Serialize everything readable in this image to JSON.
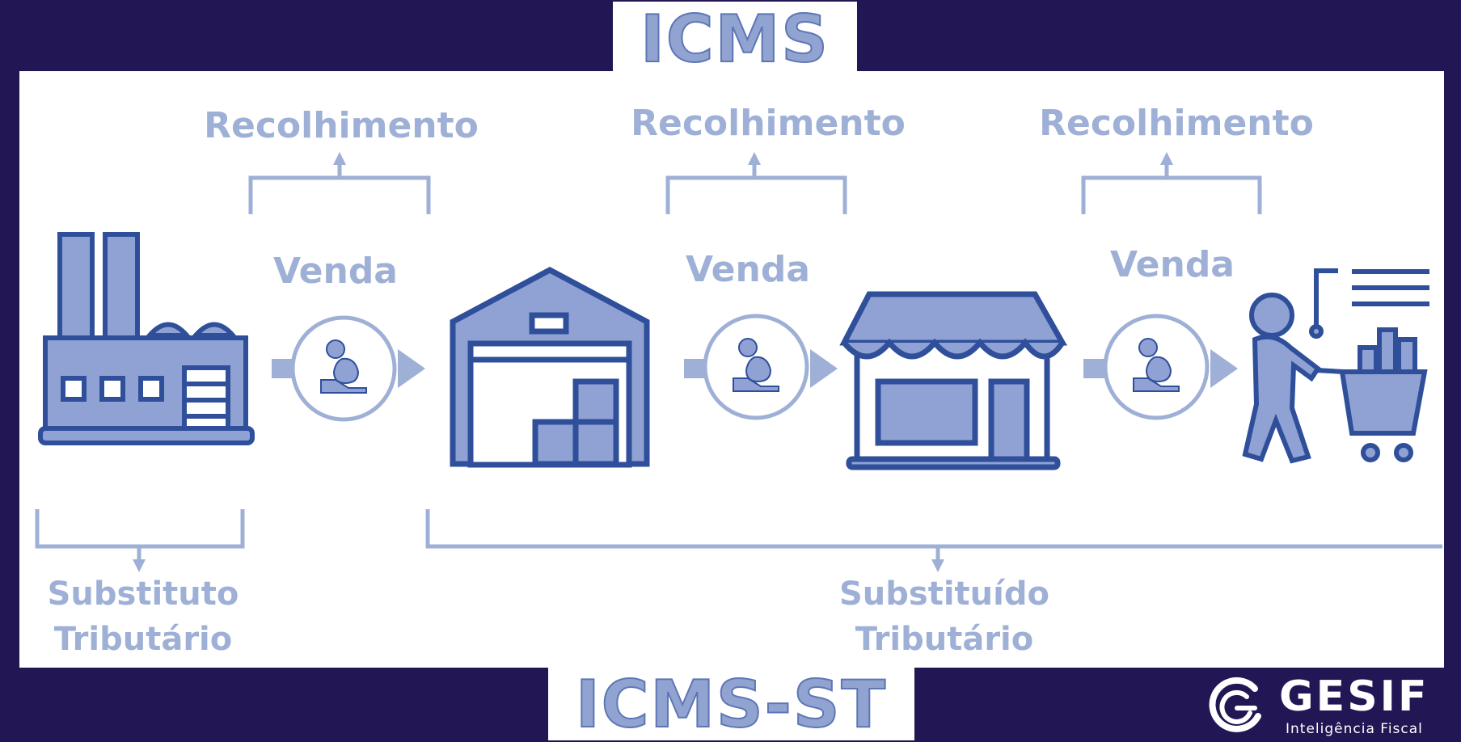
{
  "titles": {
    "top": "ICMS",
    "bottom": "ICMS-ST"
  },
  "flow": {
    "collection_label": "Recolhimento",
    "sale_label": "Venda",
    "stages": [
      {
        "name": "factory-icon"
      },
      {
        "name": "warehouse-icon"
      },
      {
        "name": "store-icon"
      },
      {
        "name": "shopper-icon"
      }
    ],
    "roles": {
      "substitute_line1": "Substituto",
      "substitute_line2": "Tributário",
      "substituted_line1": "Substituído",
      "substituted_line2": "Tributário"
    }
  },
  "brand": {
    "name": "GESIF",
    "tagline": "Inteligência Fiscal"
  },
  "colors": {
    "background": "#221654",
    "icon_dark": "#2f4f9b",
    "icon_light": "#8fa2d3",
    "text_light": "#9fb0d6"
  }
}
